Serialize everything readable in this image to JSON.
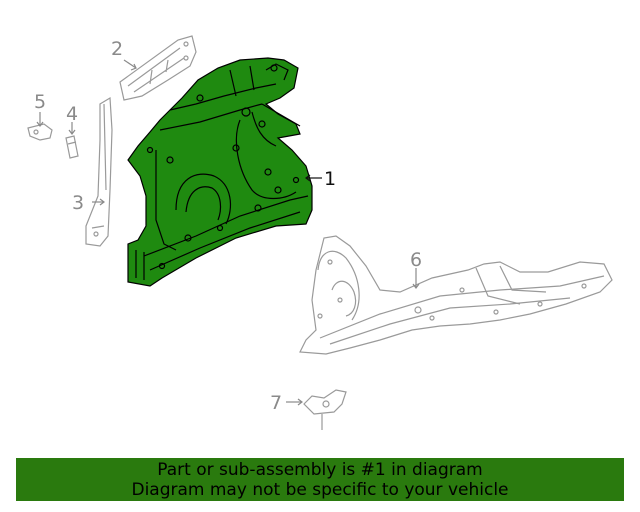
{
  "callouts": {
    "part_1": "1",
    "part_2": "2",
    "part_3": "3",
    "part_4": "4",
    "part_5": "5",
    "part_6": "6",
    "part_7": "7"
  },
  "highlight_color": "#1f8a10",
  "banner": {
    "line1": "Part or sub-assembly is #1 in diagram",
    "line2": "Diagram may not be specific to your vehicle",
    "background": "#2a7a0e"
  }
}
